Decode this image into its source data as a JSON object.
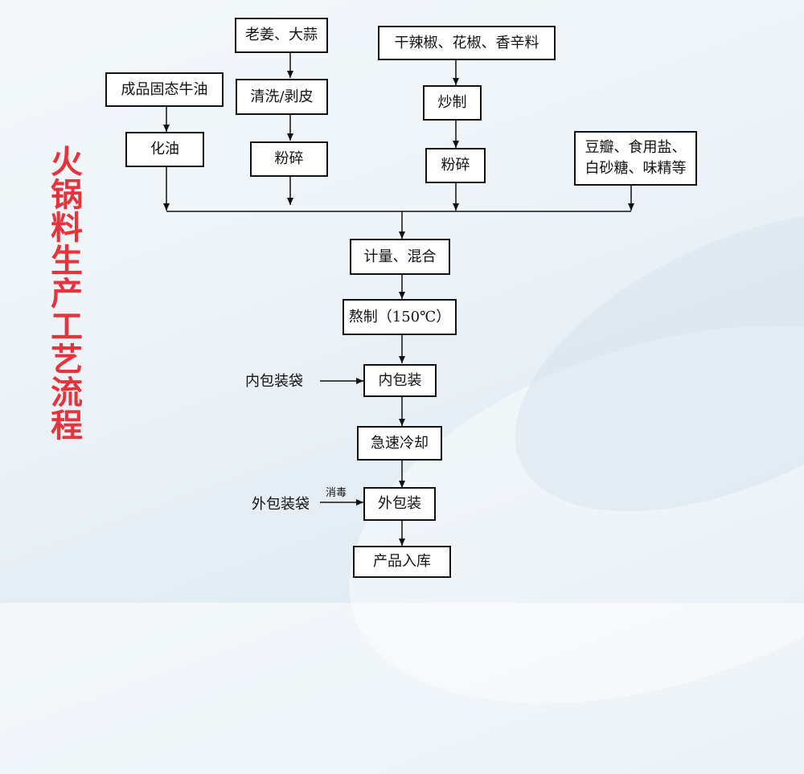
{
  "title": "火锅料生产工艺流程",
  "inputs": {
    "beef_fat": "成品固态牛油",
    "ginger_garlic": "老姜、大蒜",
    "spices": "干辣椒、花椒、香辛料",
    "seasoning_line1": "豆瓣、食用盐、",
    "seasoning_line2": "白砂糖、味精等"
  },
  "steps": {
    "melt": "化油",
    "wash_peel": "清洗/剥皮",
    "crush1": "粉碎",
    "stir_fry": "炒制",
    "crush2": "粉碎",
    "measure_mix": "计量、混合",
    "boil": "熬制（150℃）",
    "inner_pack": "内包装",
    "quick_cool": "急速冷却",
    "outer_pack": "外包装",
    "storage": "产品入库"
  },
  "side_labels": {
    "inner_bag": "内包装袋",
    "outer_bag": "外包装袋",
    "disinfect": "消毒"
  }
}
